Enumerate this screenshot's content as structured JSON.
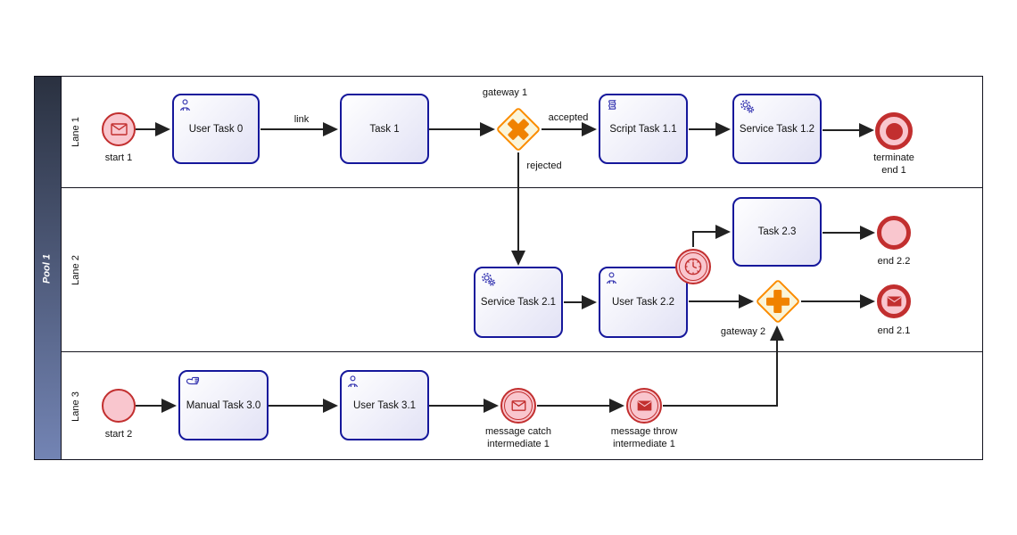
{
  "colors": {
    "task-border": "#15179b",
    "task-fill-b": "#e2e2f5",
    "icon-blue": "#2f2fae",
    "event-red": "#c22f2f",
    "event-pink": "#f9c6ce",
    "gateway-orange": "#fb8c00",
    "gateway-fill": "#faf5da",
    "gateway-symbol": "#f08200",
    "flow": "#222222",
    "pool-grad-top": "#2a3140",
    "pool-grad-bottom": "#7384b4",
    "pool-text": "#ffffff"
  },
  "pool": {
    "label": "Pool 1"
  },
  "lanes": [
    {
      "label": "Lane 1"
    },
    {
      "label": "Lane 2"
    },
    {
      "label": "Lane 3"
    }
  ],
  "tasks": [
    {
      "label": "User Task 0",
      "type": "user"
    },
    {
      "label": "Task 1",
      "type": "none"
    },
    {
      "label": "Script Task 1.1",
      "type": "script"
    },
    {
      "label": "Service Task 1.2",
      "type": "service"
    },
    {
      "label": "Service Task 2.1",
      "type": "service"
    },
    {
      "label": "User Task 2.2",
      "type": "user"
    },
    {
      "label": "Task 2.3",
      "type": "none"
    },
    {
      "label": "Manual Task 3.0",
      "type": "manual"
    },
    {
      "label": "User Task 3.1",
      "type": "user"
    }
  ],
  "events": [
    {
      "label": "start 1",
      "type": "message-start"
    },
    {
      "label": "terminate",
      "label2": "end 1",
      "type": "terminate-end"
    },
    {
      "label": "end 2.2",
      "type": "end"
    },
    {
      "label": "end 2.1",
      "type": "message-end"
    },
    {
      "label": "start 2",
      "type": "start"
    },
    {
      "label": "message catch",
      "label2": "intermediate 1",
      "type": "message-catch-intermediate"
    },
    {
      "label": "message throw",
      "label2": "intermediate 1",
      "type": "message-throw-intermediate"
    },
    {
      "type": "timer-boundary"
    }
  ],
  "gateways": [
    {
      "label": "gateway 1",
      "type": "exclusive"
    },
    {
      "label": "gateway 2",
      "type": "parallel"
    }
  ],
  "flow_labels": [
    {
      "label": "link"
    },
    {
      "label": "accepted"
    },
    {
      "label": "rejected"
    }
  ]
}
